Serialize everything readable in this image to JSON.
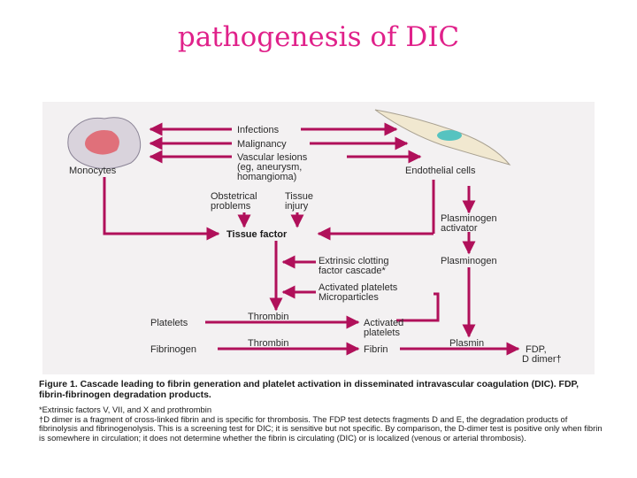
{
  "slide": {
    "title": "pathogenesis of DIC"
  },
  "diagram": {
    "labels": {
      "infections": "Infections",
      "malignancy": "Malignancy",
      "vascular_lesions": [
        "Vascular lesions",
        "(eg, aneurysm,",
        "homangioma)"
      ],
      "monocytes": "Monocytes",
      "endothelial_cells": "Endothelial cells",
      "obstetrical_problems": [
        "Obstetrical",
        "problems"
      ],
      "tissue_injury": [
        "Tissue",
        "injury"
      ],
      "tissue_factor": "Tissue factor",
      "plasminogen_activator": [
        "Plasminogen",
        "activator"
      ],
      "extrinsic_cascade": [
        "Extrinsic clotting",
        "factor cascade*"
      ],
      "plasminogen": "Plasminogen",
      "activated_platelets_micro": [
        "Activated platelets",
        "Microparticles"
      ],
      "platelets": "Platelets",
      "thrombin_1": "Thrombin",
      "activated_platelets": [
        "Activated",
        "platelets"
      ],
      "fibrinogen": "Fibrinogen",
      "thrombin_2": "Thrombin",
      "fibrin": "Fibrin",
      "plasmin": "Plasmin",
      "fdp_ddimer": [
        "FDP,",
        "D dimer†"
      ]
    },
    "colors": {
      "arrow": "#b0105a",
      "panel": "#f3f1f2",
      "title": "#e0218a"
    }
  },
  "caption": {
    "title": "Figure 1. Cascade leading to fibrin generation and platelet activation in disseminated intravascular coagulation (DIC). FDP, fibrin-fibrinogen degradation products.",
    "notes": [
      "*Extrinsic factors V, VII, and X and prothrombin",
      "†D dimer is a fragment of cross-linked fibrin and is specific for thrombosis. The FDP test detects fragments D and E, the degradation products of fibrinolysis and fibrinogenolysis. This is a screening test for DIC; it is sensitive but not specific. By comparison, the D-dimer test is positive only when fibrin is somewhere in circulation; it does not determine whether the fibrin is circulating (DIC) or is localized (venous or arterial thrombosis)."
    ]
  }
}
